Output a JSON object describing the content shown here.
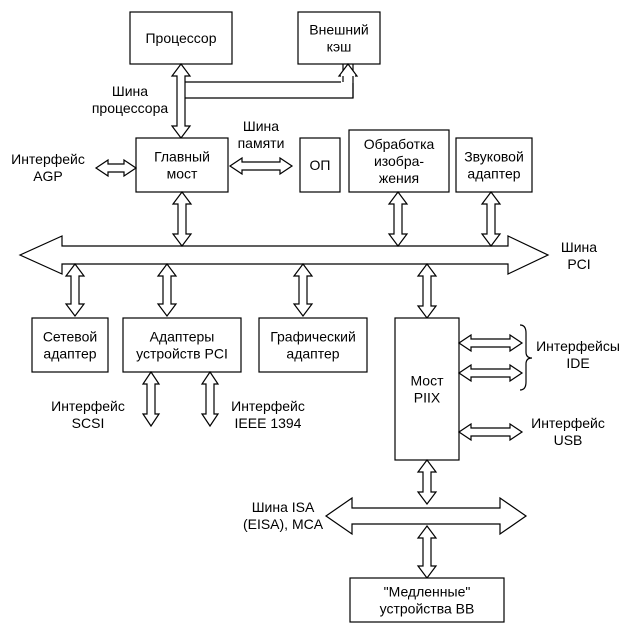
{
  "blocks": {
    "processor": [
      "Процессор"
    ],
    "external_cache": [
      "Внешний",
      "кэш"
    ],
    "main_bridge": [
      "Главный",
      "мост"
    ],
    "ram": [
      "ОП"
    ],
    "image_processing": [
      "Обработка",
      "изобра-",
      "жения"
    ],
    "sound_adapter": [
      "Звуковой",
      "адаптер"
    ],
    "network_adapter": [
      "Сетевой",
      "адаптер"
    ],
    "pci_adapters": [
      "Адаптеры",
      "устройств PCI"
    ],
    "graphics_adapter": [
      "Графический",
      "адаптер"
    ],
    "piix_bridge": [
      "Мост",
      "PIIX"
    ],
    "slow_io": [
      "\"Медленные\"",
      "устройства ВВ"
    ]
  },
  "labels": {
    "processor_bus": [
      "Шина",
      "процессора"
    ],
    "memory_bus": [
      "Шина",
      "памяти"
    ],
    "agp_interface": [
      "Интерфейс",
      "AGP"
    ],
    "pci_bus": [
      "Шина",
      "PCI"
    ],
    "scsi_interface": [
      "Интерфейс",
      "SCSI"
    ],
    "ieee1394_interface": [
      "Интерфейс",
      "IEEE 1394"
    ],
    "ide_interfaces": [
      "Интерфейсы",
      "IDE"
    ],
    "usb_interface": [
      "Интерфейс",
      "USB"
    ],
    "isa_bus": [
      "Шина ISA",
      "(EISA), MCA"
    ]
  }
}
